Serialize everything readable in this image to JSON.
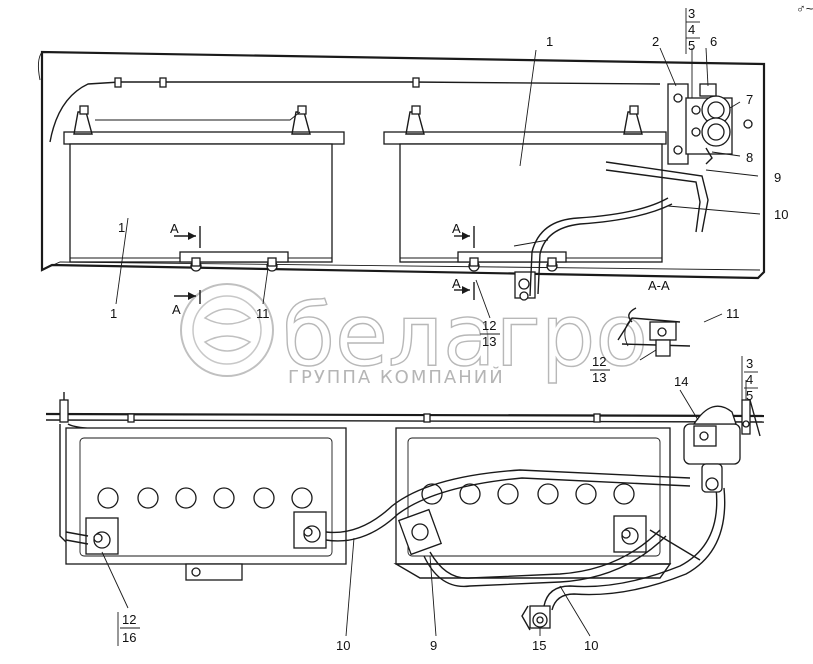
{
  "watermark": {
    "brand": "белагро",
    "subtitle": "ГРУППА КОМПАНИЙ"
  },
  "corner_mark": "♂~",
  "callouts": {
    "top": {
      "label_1_left": "1",
      "label_1_right": "1",
      "label_1_bottom": "1",
      "label_2": "2",
      "label_3": "3",
      "label_4": "4",
      "label_5": "5",
      "label_6": "6",
      "label_7": "7",
      "label_8": "8",
      "label_9": "9",
      "label_10": "10",
      "label_11": "11",
      "label_12": "12",
      "label_13": "13",
      "section_mark_a1": "А",
      "section_mark_a2": "А",
      "section_mark_a3": "А",
      "section_mark_a4": "А"
    },
    "section": {
      "title": "А-А",
      "label_11": "11",
      "label_12": "12",
      "label_13": "13"
    },
    "bottom": {
      "label_3": "3",
      "label_4": "4",
      "label_5": "5",
      "label_14": "14",
      "label_12": "12",
      "label_16": "16",
      "label_10_left": "10",
      "label_9": "9",
      "label_15": "15",
      "label_10_right": "10"
    }
  },
  "colors": {
    "line": "#1a1a1a",
    "watermark": "#b8b8b8",
    "background": "#ffffff"
  }
}
